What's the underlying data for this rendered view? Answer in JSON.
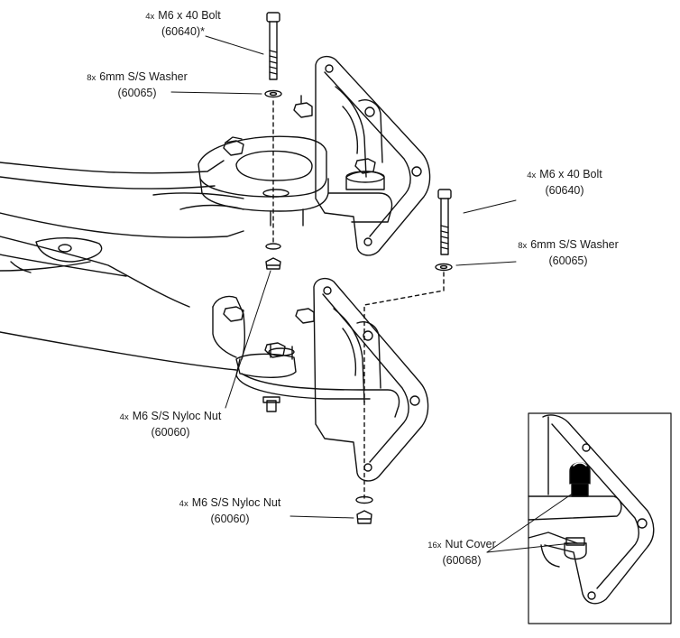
{
  "callouts": [
    {
      "qty": "4x",
      "name": "M6 x 40 Bolt",
      "code": "(60640)*"
    },
    {
      "qty": "8x",
      "name": "6mm S/S Washer",
      "code": "(60065)"
    },
    {
      "qty": "4x",
      "name": "M6 x 40 Bolt",
      "code": "(60640)"
    },
    {
      "qty": "8x",
      "name": "6mm S/S Washer",
      "code": "(60065)"
    },
    {
      "qty": "4x",
      "name": "M6 S/S Nyloc Nut",
      "code": "(60060)"
    },
    {
      "qty": "4x",
      "name": "M6 S/S Nyloc Nut",
      "code": "(60060)"
    },
    {
      "qty": "16x",
      "name": "Nut Cover",
      "code": "(60068)"
    }
  ]
}
